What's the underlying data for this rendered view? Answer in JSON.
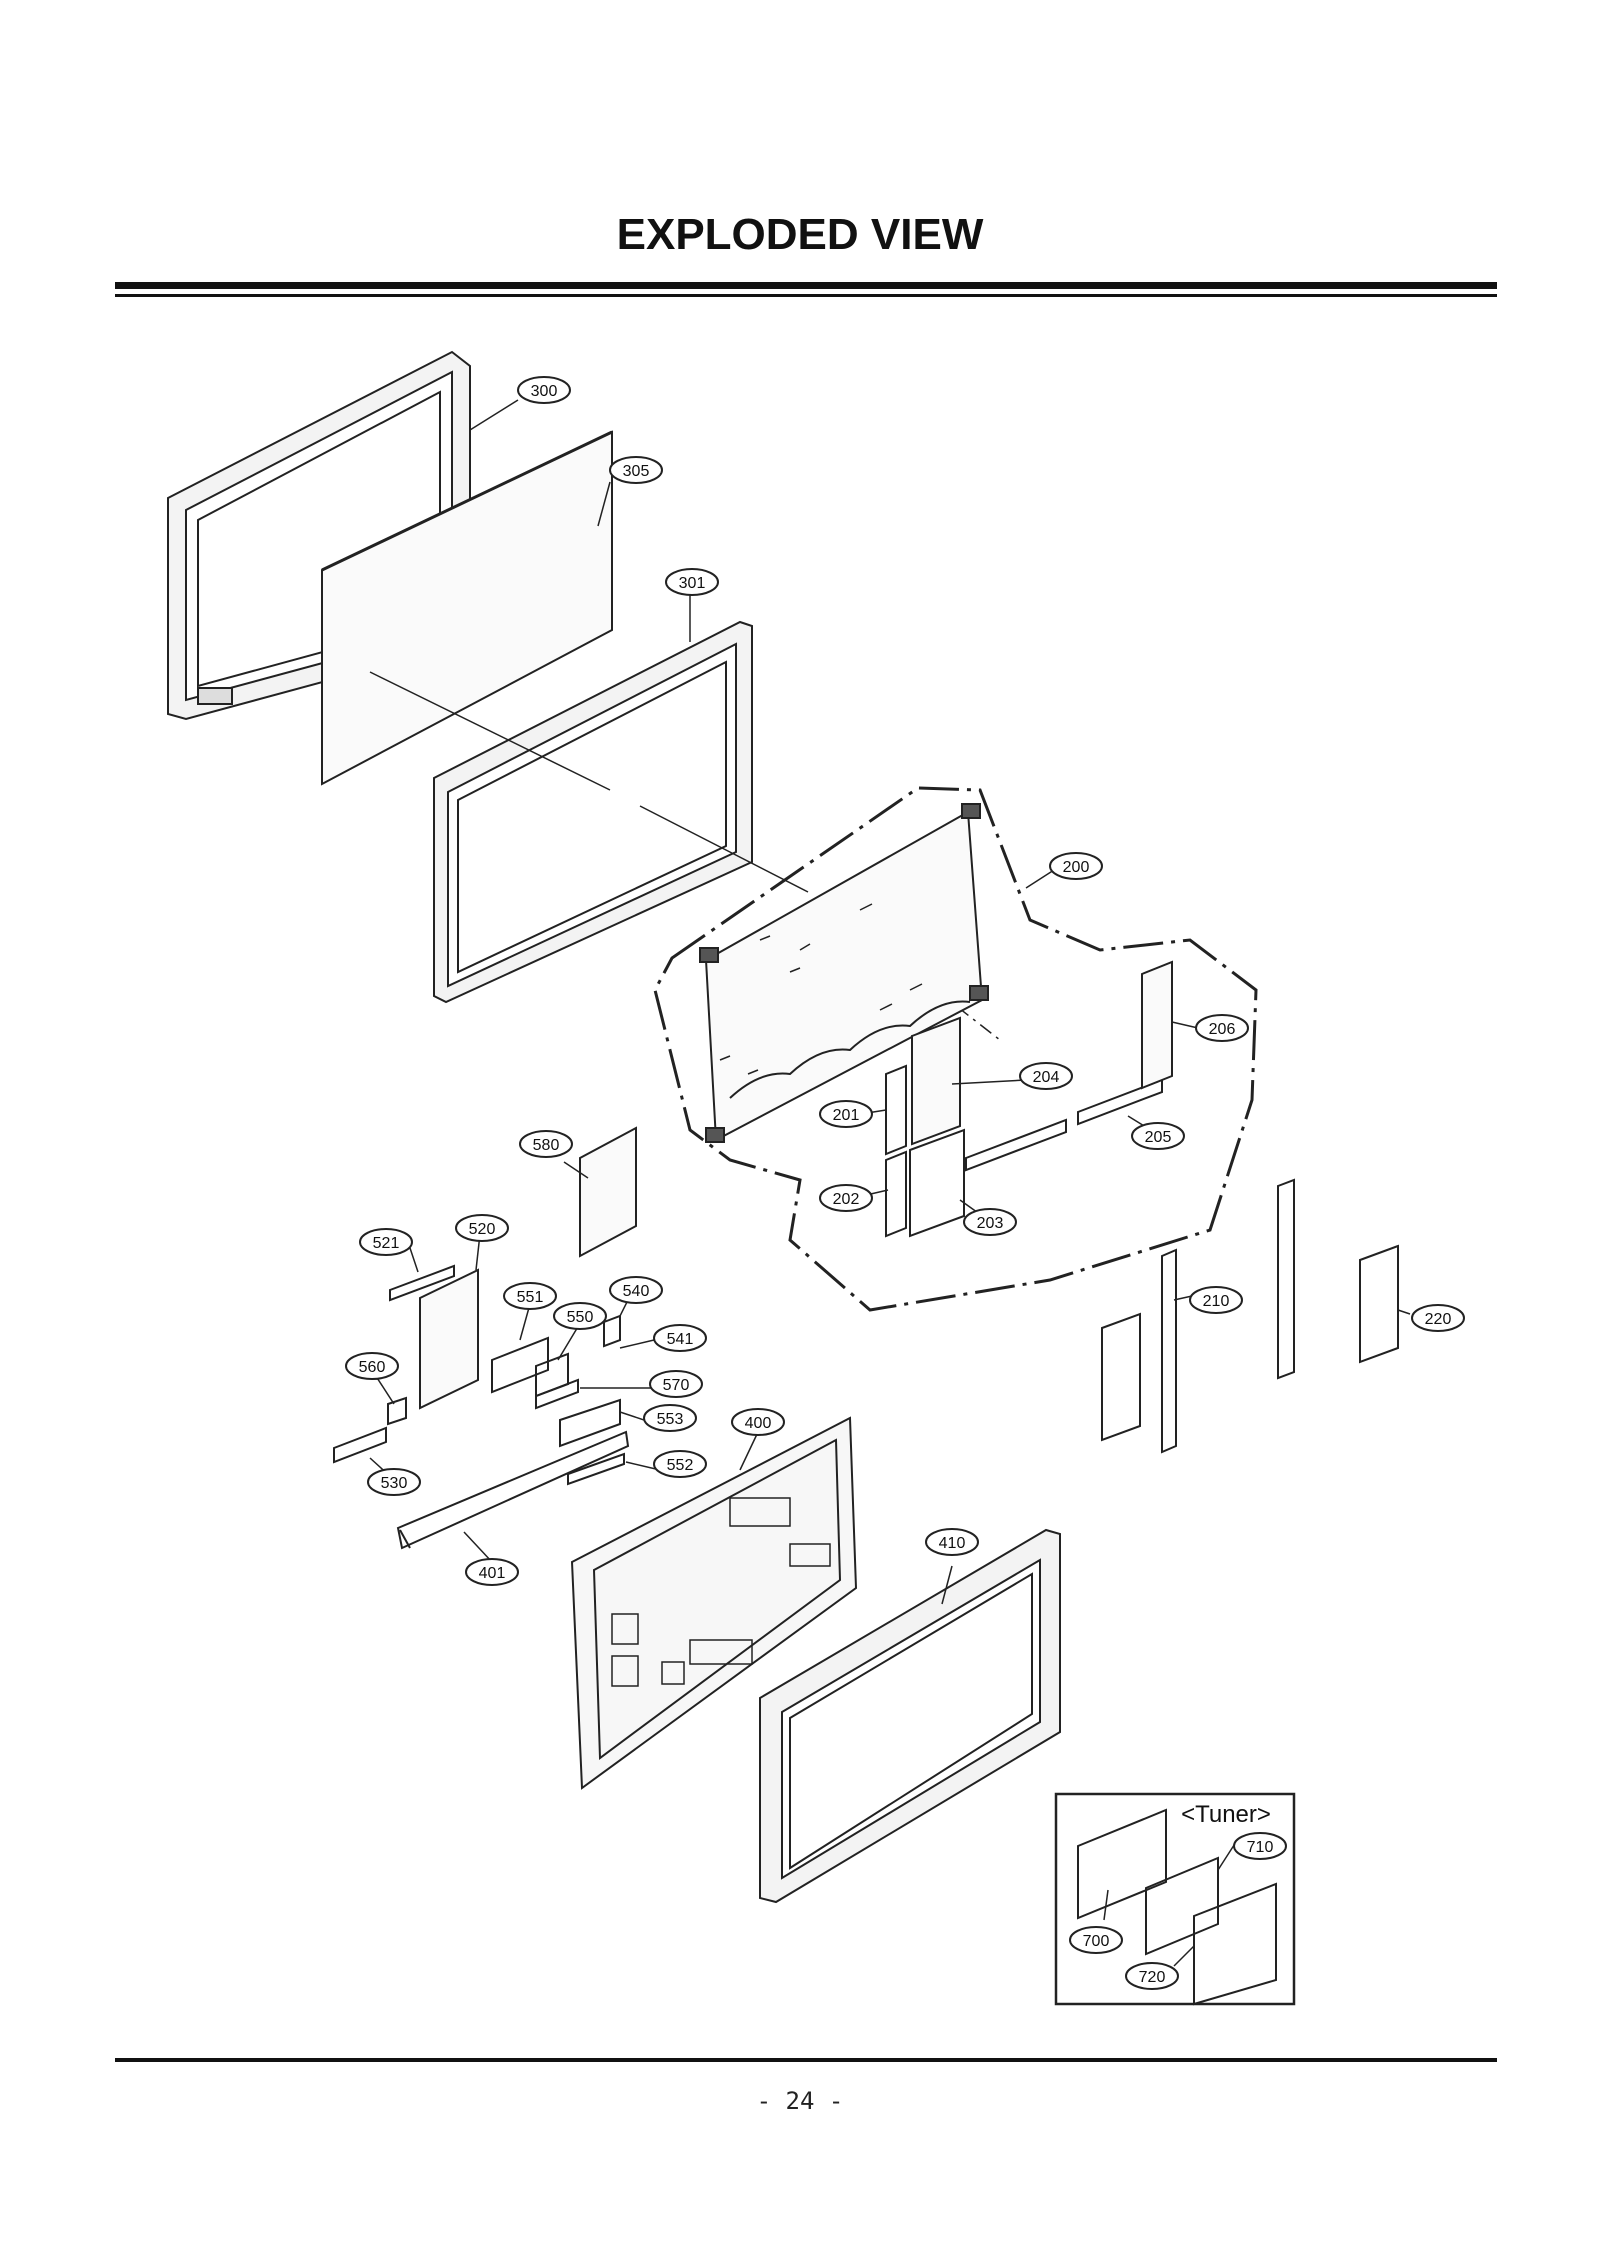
{
  "header": {
    "title": "EXPLODED VIEW"
  },
  "footer": {
    "page_number": "- 24 -"
  },
  "inset": {
    "title": "<Tuner>"
  },
  "callouts": {
    "c300": "300",
    "c305": "305",
    "c301": "301",
    "c200": "200",
    "c206": "206",
    "c204": "204",
    "c201": "201",
    "c205": "205",
    "c202": "202",
    "c203": "203",
    "c580": "580",
    "c521": "521",
    "c520": "520",
    "c551": "551",
    "c540": "540",
    "c550": "550",
    "c541": "541",
    "c560": "560",
    "c570": "570",
    "c553": "553",
    "c400": "400",
    "c552": "552",
    "c530": "530",
    "c401": "401",
    "c410": "410",
    "c210": "210",
    "c220": "220",
    "c710": "710",
    "c700": "700",
    "c720": "720"
  }
}
